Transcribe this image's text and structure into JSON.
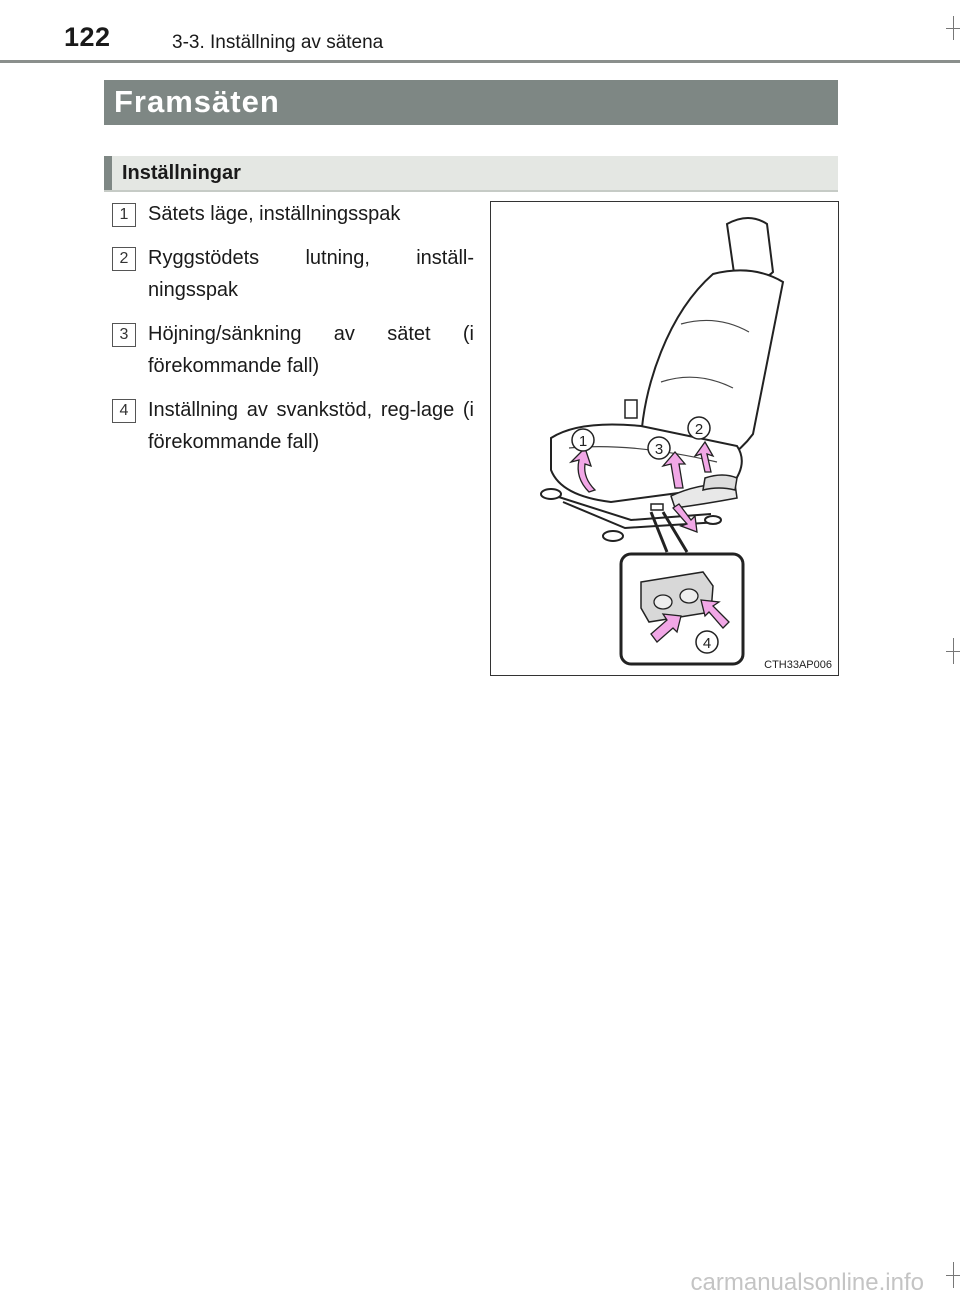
{
  "header": {
    "page_number": "122",
    "chapter": "3-3. Inställning av sätena"
  },
  "section": {
    "title": "Framsäten"
  },
  "subsection": {
    "title": "Inställningar"
  },
  "items": [
    {
      "number": "1",
      "text": "Sätets läge, inställningsspak"
    },
    {
      "number": "2",
      "text": "Ryggstödets lutning, inställ-ningsspak"
    },
    {
      "number": "3",
      "text": "Höjning/sänkning av sätet (i förekommande fall)"
    },
    {
      "number": "4",
      "text": "Inställning av svankstöd, reg-lage (i förekommande fall)"
    }
  ],
  "figure": {
    "code": "CTH33AP006",
    "callouts": [
      "1",
      "2",
      "3",
      "4"
    ],
    "arrow_color": "#f1a7e6"
  },
  "watermark": "carmanualsonline.info"
}
